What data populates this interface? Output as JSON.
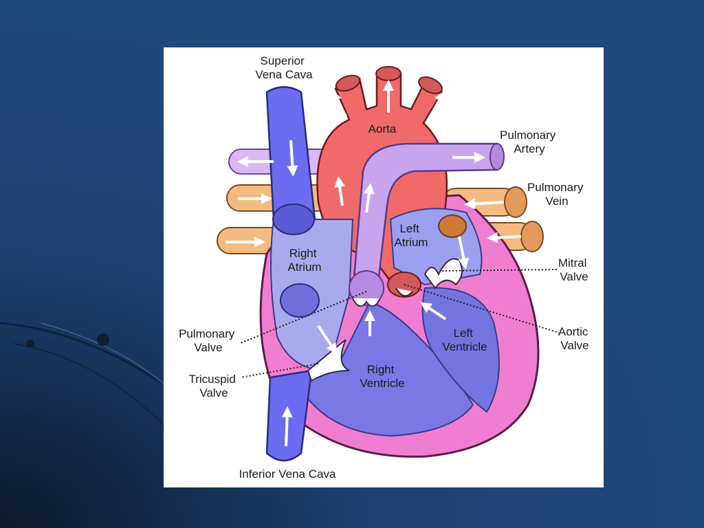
{
  "diagram": {
    "labels": {
      "superior_vena_cava": [
        "Superior",
        "Vena Cava"
      ],
      "aorta": "Aorta",
      "pulmonary_artery": [
        "Pulmonary",
        "Artery"
      ],
      "pulmonary_vein": [
        "Pulmonary",
        "Vein"
      ],
      "left_atrium": [
        "Left",
        "Atrium"
      ],
      "right_atrium": [
        "Right",
        "Atrium"
      ],
      "mitral_valve": [
        "Mitral",
        "Valve"
      ],
      "aortic_valve": [
        "Aortic",
        "Valve"
      ],
      "left_ventricle": [
        "Left",
        "Ventricle"
      ],
      "pulmonary_valve": [
        "Pulmonary",
        "Valve"
      ],
      "tricuspid_valve": [
        "Tricuspid",
        "Valve"
      ],
      "right_ventricle": [
        "Right",
        "Ventricle"
      ],
      "inferior_vena_cava": "Inferior Vena Cava"
    },
    "colors": {
      "slide_background": "#1f4a7d",
      "panel_background": "#ffffff",
      "vena_cava": "#6b6cf0",
      "right_atrium": "#a9a9ee",
      "right_ventricle": "#7a78e6",
      "aorta": "#f06a6a",
      "pulmonary_artery": "#c9a4ee",
      "pulmonary_vein": "#f4bb80",
      "left_atrium": "#9a9ff0",
      "left_ventricle": "#7375e0",
      "myocardium": "#f07ed0",
      "arrow": "#ffffff",
      "label_text": "#1a1a1a"
    }
  }
}
